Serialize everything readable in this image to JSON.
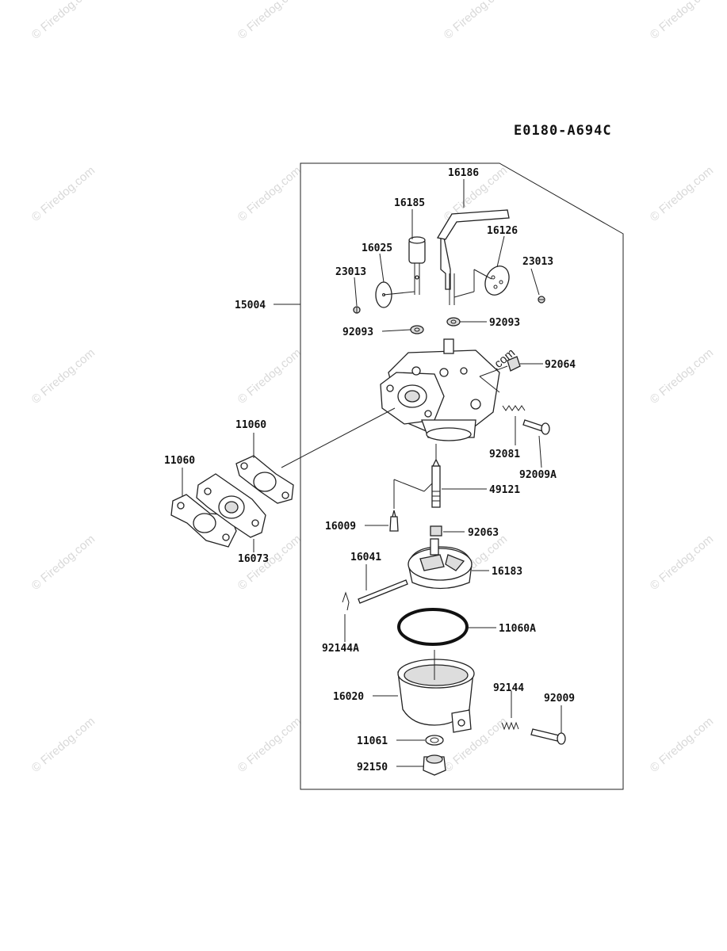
{
  "diagram_code": "E0180-A694C",
  "watermark": "© Firedog.com",
  "part_labels": {
    "p16186": "16186",
    "p16185": "16185",
    "p16025": "16025",
    "p16126": "16126",
    "p23013a": "23013",
    "p23013b": "23013",
    "p15004": "15004",
    "p92093a": "92093",
    "p92093b": "92093",
    "p92064": "92064",
    "p11060a": "11060",
    "p11060b": "11060",
    "p92081": "92081",
    "p92009A": "92009A",
    "p49121": "49121",
    "p16073": "16073",
    "p16009": "16009",
    "p92063": "92063",
    "p16041": "16041",
    "p16183": "16183",
    "p11060A": "11060A",
    "p92144A": "92144A",
    "p16020": "16020",
    "p92144": "92144",
    "p92009": "92009",
    "p11061": "11061",
    "p92150": "92150"
  }
}
